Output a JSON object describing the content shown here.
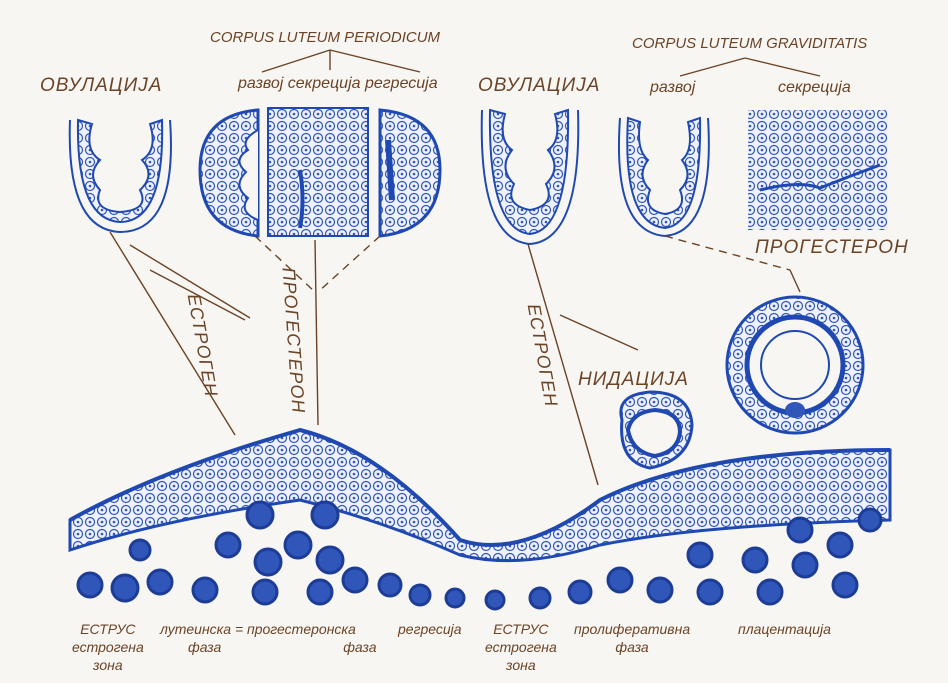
{
  "labels": {
    "corpus_periodicum": "CORPUS LUTEUM PERIODICUM",
    "corpus_graviditatis": "CORPUS LUTEUM GRAVIDITATIS",
    "ovulation_left": "ОВУЛАЦИЈА",
    "ovulation_right": "ОВУЛАЦИЈА",
    "periodic_phases": "развој секреција регресија",
    "grav_development": "развој",
    "grav_secretion": "секреција",
    "progesterone_right": "ПРОГЕСТЕРОН",
    "estrogen_left": "ЕСТРОГЕН",
    "progesterone_mid": "ПРОГЕСТЕРОН",
    "estrogen_right": "ЕСТРОГЕН",
    "nidation": "НИДАЦИЈА"
  },
  "bottom": {
    "estrus1_line1": "ЕСТРУС",
    "estrus1_line2": "естрогена",
    "estrus1_line3": "зона",
    "luteal_line1": "лутеинска = прогестеронска",
    "luteal_line2a": "фаза",
    "luteal_line2b": "фаза",
    "regression": "регресија",
    "estrus2_line1": "ЕСТРУС",
    "estrus2_line2": "естрогена",
    "estrus2_line3": "зона",
    "prolif_line1": "пролиферативна",
    "prolif_line2": "фаза",
    "placentation": "плацентација"
  },
  "colors": {
    "tissue": "#2f56b8",
    "label": "#6b4326",
    "background": "#f7f6f2"
  }
}
